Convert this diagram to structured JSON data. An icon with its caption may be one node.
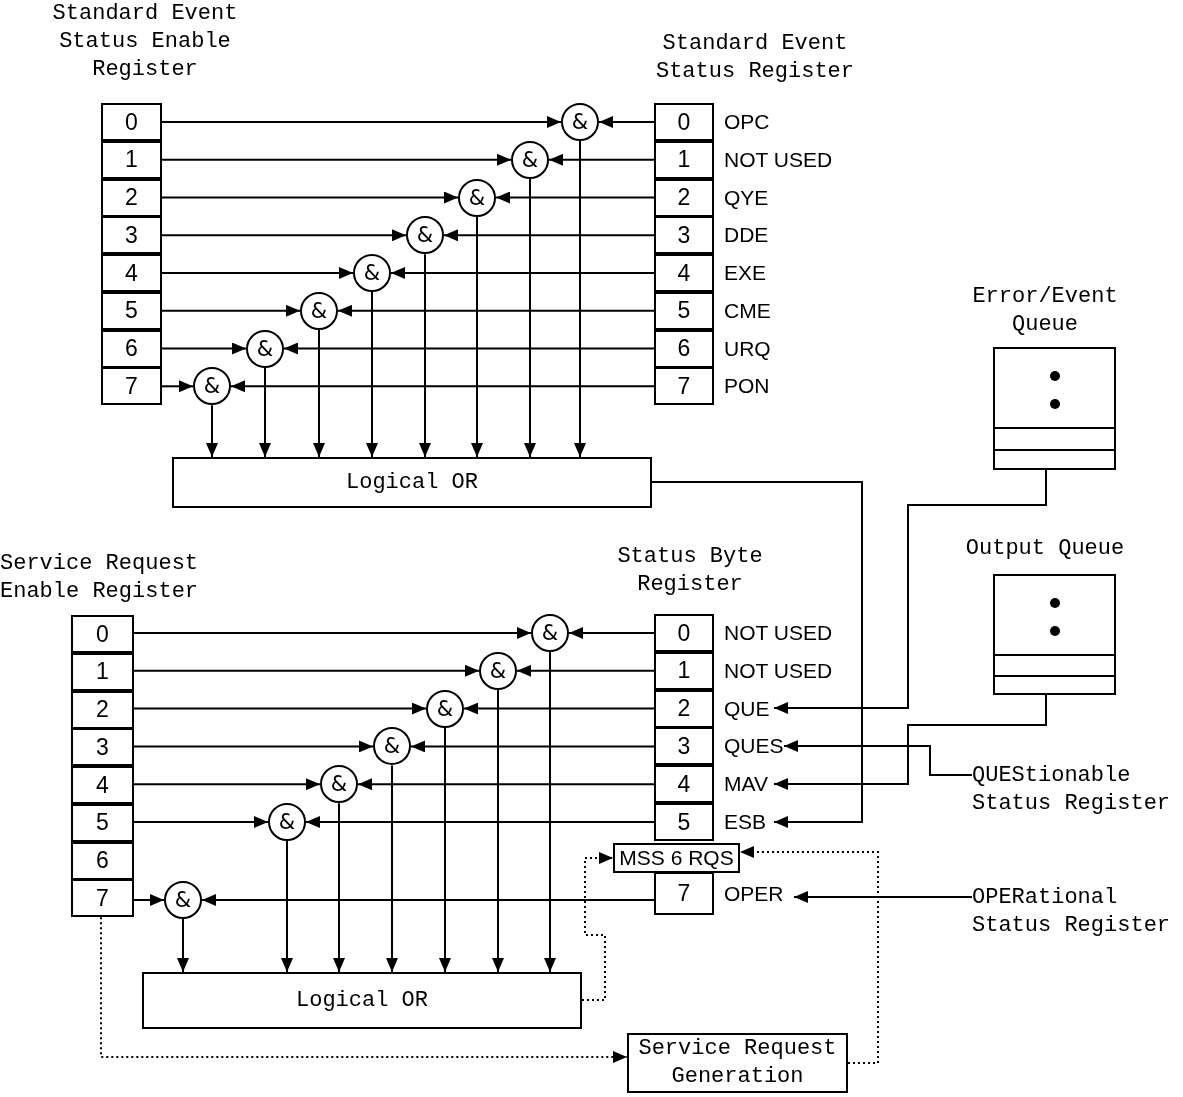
{
  "diagram": {
    "nodes": [
      {
        "text": [
          "Standard Event Status Enable Register"
        ]
      },
      {
        "text": [
          "0"
        ],
        "in": 0
      },
      {
        "text": [
          "1"
        ],
        "in": 0
      },
      {
        "text": [
          "2"
        ],
        "in": 0
      },
      {
        "text": [
          "3"
        ],
        "in": 0
      },
      {
        "text": [
          "4"
        ],
        "in": 0
      },
      {
        "text": [
          "5"
        ],
        "in": 0
      },
      {
        "text": [
          "6"
        ],
        "in": 0
      },
      {
        "text": [
          "7"
        ],
        "in": 0
      },
      {
        "text": [
          "Standard Event Status Register"
        ]
      },
      {
        "text": [
          "0"
        ],
        "in": 9,
        "beside": [
          "OPC"
        ]
      },
      {
        "text": [
          "1"
        ],
        "in": 9,
        "beside": [
          "NOT USED"
        ]
      },
      {
        "text": [
          "2"
        ],
        "in": 9,
        "beside": [
          "QYE"
        ]
      },
      {
        "text": [
          "3"
        ],
        "in": 9,
        "beside": [
          "DDE"
        ]
      },
      {
        "text": [
          "4"
        ],
        "in": 9,
        "beside": [
          "EXE"
        ]
      },
      {
        "text": [
          "5"
        ],
        "in": 9,
        "beside": [
          "CME"
        ]
      },
      {
        "text": [
          "6"
        ],
        "in": 9,
        "beside": [
          "URQ"
        ]
      },
      {
        "text": [
          "7"
        ],
        "in": 9,
        "beside": [
          "PON"
        ]
      },
      {
        "text": [
          "&"
        ]
      },
      {
        "text": [
          "&"
        ]
      },
      {
        "text": [
          "&"
        ]
      },
      {
        "text": [
          "&"
        ]
      },
      {
        "text": [
          "&"
        ]
      },
      {
        "text": [
          "&"
        ]
      },
      {
        "text": [
          "&"
        ]
      },
      {
        "text": [
          "&"
        ]
      },
      {
        "text": [
          "Logical OR"
        ]
      },
      {
        "text": [
          "Error/Event Queue"
        ]
      },
      {
        "text": [
          "Output Queue"
        ]
      },
      {
        "text": [
          "Service Request Enable Register"
        ]
      },
      {
        "text": [
          "0"
        ],
        "in": 29
      },
      {
        "text": [
          "1"
        ],
        "in": 29
      },
      {
        "text": [
          "2"
        ],
        "in": 29
      },
      {
        "text": [
          "3"
        ],
        "in": 29
      },
      {
        "text": [
          "4"
        ],
        "in": 29
      },
      {
        "text": [
          "5"
        ],
        "in": 29
      },
      {
        "text": [
          "6"
        ],
        "in": 29
      },
      {
        "text": [
          "7"
        ],
        "in": 29
      },
      {
        "text": [
          "Status Byte Register"
        ]
      },
      {
        "text": [
          "0"
        ],
        "in": 38,
        "beside": [
          "NOT USED"
        ]
      },
      {
        "text": [
          "1"
        ],
        "in": 38,
        "beside": [
          "NOT USED"
        ]
      },
      {
        "text": [
          "2"
        ],
        "in": 38,
        "beside": [
          "QUE"
        ]
      },
      {
        "text": [
          "3"
        ],
        "in": 38,
        "beside": [
          "QUES"
        ]
      },
      {
        "text": [
          "4"
        ],
        "in": 38,
        "beside": [
          "MAV"
        ]
      },
      {
        "text": [
          "5"
        ],
        "in": 38,
        "beside": [
          "ESB"
        ]
      },
      {
        "text": [
          "MSS 6 RQS"
        ]
      },
      {
        "text": [
          "7"
        ],
        "in": 38,
        "beside": [
          "OPER"
        ]
      },
      {
        "text": [
          "&"
        ]
      },
      {
        "text": [
          "&"
        ]
      },
      {
        "text": [
          "&"
        ]
      },
      {
        "text": [
          "&"
        ]
      },
      {
        "text": [
          "&"
        ]
      },
      {
        "text": [
          "&"
        ]
      },
      {
        "text": [
          "&"
        ]
      },
      {
        "text": [
          "Logical OR"
        ]
      },
      {
        "text": [
          "QUEStionable Status Register"
        ]
      },
      {
        "text": [
          "OPERational Status Register"
        ]
      },
      {
        "text": [
          "Service Request Generation"
        ]
      }
    ],
    "edges": [
      {
        "from": 1,
        "to": 18,
        "arrow": "to"
      },
      {
        "from": 10,
        "to": 18,
        "arrow": "to"
      },
      {
        "from": 18,
        "to": 26,
        "arrow": "to"
      },
      {
        "from": 2,
        "to": 19,
        "arrow": "to"
      },
      {
        "from": 11,
        "to": 19,
        "arrow": "to"
      },
      {
        "from": 19,
        "to": 26,
        "arrow": "to"
      },
      {
        "from": 3,
        "to": 20,
        "arrow": "to"
      },
      {
        "from": 12,
        "to": 20,
        "arrow": "to"
      },
      {
        "from": 20,
        "to": 26,
        "arrow": "to"
      },
      {
        "from": 4,
        "to": 21,
        "arrow": "to"
      },
      {
        "from": 13,
        "to": 21,
        "arrow": "to"
      },
      {
        "from": 21,
        "to": 26,
        "arrow": "to"
      },
      {
        "from": 5,
        "to": 22,
        "arrow": "to"
      },
      {
        "from": 14,
        "to": 22,
        "arrow": "to"
      },
      {
        "from": 22,
        "to": 26,
        "arrow": "to"
      },
      {
        "from": 6,
        "to": 23,
        "arrow": "to"
      },
      {
        "from": 15,
        "to": 23,
        "arrow": "to"
      },
      {
        "from": 23,
        "to": 26,
        "arrow": "to"
      },
      {
        "from": 7,
        "to": 24,
        "arrow": "to"
      },
      {
        "from": 16,
        "to": 24,
        "arrow": "to"
      },
      {
        "from": 24,
        "to": 26,
        "arrow": "to"
      },
      {
        "from": 8,
        "to": 25,
        "arrow": "to"
      },
      {
        "from": 17,
        "to": 25,
        "arrow": "to"
      },
      {
        "from": 25,
        "to": 26,
        "arrow": "to"
      },
      {
        "from": 26,
        "to": 44,
        "arrow": "to"
      },
      {
        "from": 27,
        "to": 41,
        "arrow": "to"
      },
      {
        "from": 28,
        "to": 43,
        "arrow": "to"
      },
      {
        "from": 55,
        "to": 42,
        "arrow": "to"
      },
      {
        "from": 56,
        "to": 46,
        "arrow": "to"
      },
      {
        "from": 30,
        "to": 47,
        "arrow": "to"
      },
      {
        "from": 39,
        "to": 47,
        "arrow": "to"
      },
      {
        "from": 47,
        "to": 54,
        "arrow": "to"
      },
      {
        "from": 31,
        "to": 48,
        "arrow": "to"
      },
      {
        "from": 40,
        "to": 48,
        "arrow": "to"
      },
      {
        "from": 48,
        "to": 54,
        "arrow": "to"
      },
      {
        "from": 32,
        "to": 49,
        "arrow": "to"
      },
      {
        "from": 41,
        "to": 49,
        "arrow": "to"
      },
      {
        "from": 49,
        "to": 54,
        "arrow": "to"
      },
      {
        "from": 33,
        "to": 50,
        "arrow": "to"
      },
      {
        "from": 42,
        "to": 50,
        "arrow": "to"
      },
      {
        "from": 50,
        "to": 54,
        "arrow": "to"
      },
      {
        "from": 34,
        "to": 51,
        "arrow": "to"
      },
      {
        "from": 43,
        "to": 51,
        "arrow": "to"
      },
      {
        "from": 51,
        "to": 54,
        "arrow": "to"
      },
      {
        "from": 35,
        "to": 52,
        "arrow": "to"
      },
      {
        "from": 44,
        "to": 52,
        "arrow": "to"
      },
      {
        "from": 52,
        "to": 54,
        "arrow": "to"
      },
      {
        "from": 37,
        "to": 53,
        "arrow": "to"
      },
      {
        "from": 46,
        "to": 53,
        "arrow": "to"
      },
      {
        "from": 53,
        "to": 54,
        "arrow": "to"
      },
      {
        "from": 54,
        "to": 45,
        "arrow": "to",
        "style": "dashed"
      },
      {
        "from": 57,
        "to": 45,
        "arrow": "to",
        "style": "dashed"
      },
      {
        "from": 37,
        "to": 57,
        "arrow": "to",
        "style": "dashed"
      }
    ]
  }
}
